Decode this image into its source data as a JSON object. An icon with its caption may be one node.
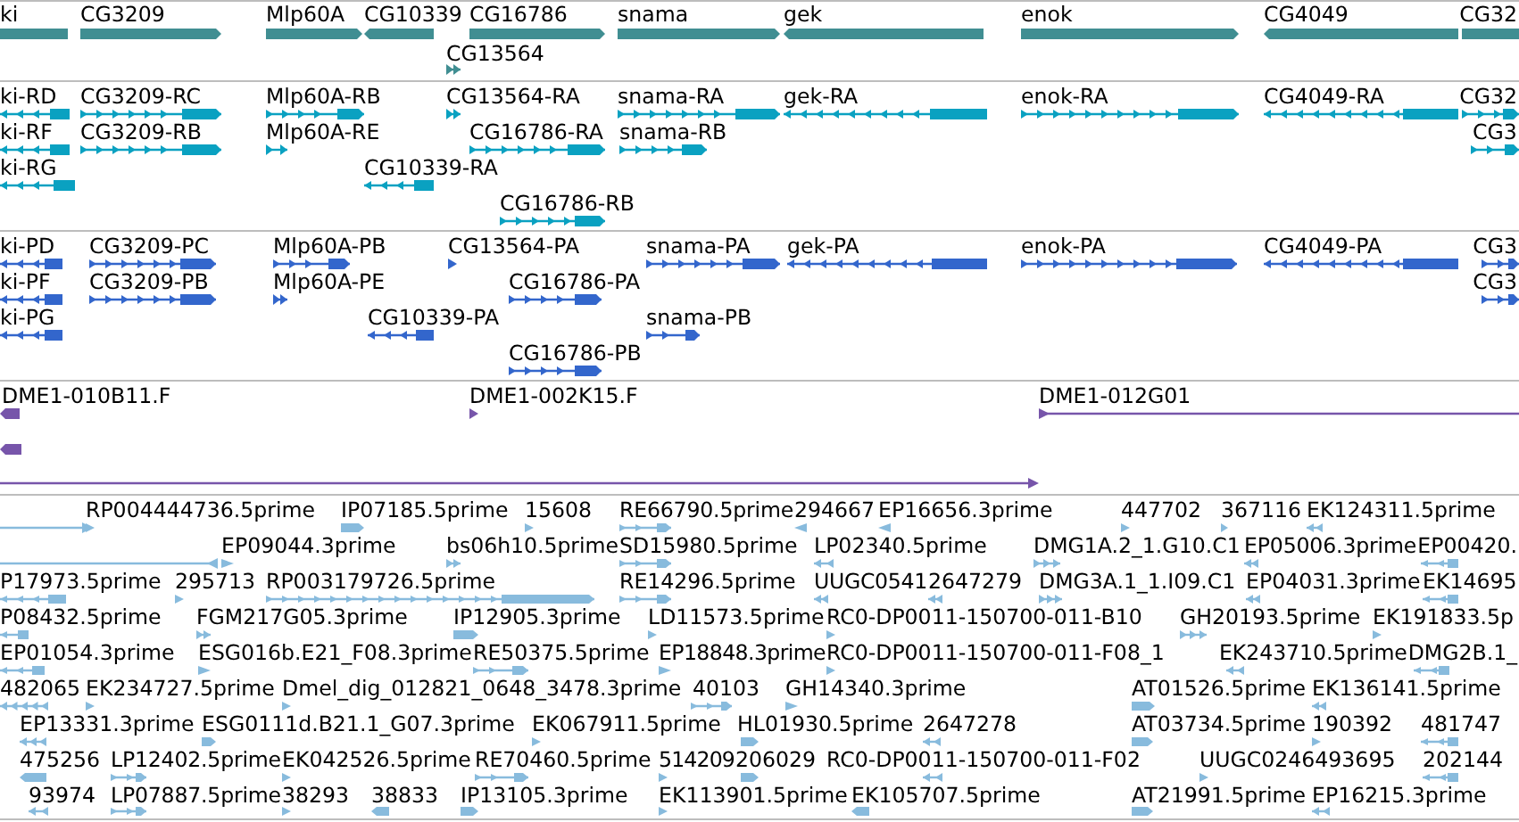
{
  "diagram": {
    "labels": [
      "ki",
      "CG3209",
      "Mlp60A",
      "CG10339",
      "CG16786",
      "snama",
      "gek",
      "enok",
      "CG4049",
      "CG32",
      "CG13564",
      "ki-RD",
      "CG3209-RC",
      "Mlp60A-RB",
      "CG13564-RA",
      "snama-RA",
      "gek-RA",
      "enok-RA",
      "CG4049-RA",
      "CG32",
      "ki-RF",
      "CG3209-RB",
      "Mlp60A-RE",
      "CG16786-RA",
      "snama-RB",
      "CG3",
      "ki-RG",
      "CG10339-RA",
      "CG16786-RB",
      "ki-PD",
      "CG3209-PC",
      "Mlp60A-PB",
      "CG13564-PA",
      "snama-PA",
      "gek-PA",
      "enok-PA",
      "CG4049-PA",
      "CG3",
      "ki-PF",
      "CG3209-PB",
      "Mlp60A-PE",
      "CG16786-PA",
      "CG3",
      "ki-PG",
      "CG10339-PA",
      "snama-PB",
      "CG16786-PB",
      "DME1-010B11.F",
      "DME1-002K15.F",
      "DME1-012G01",
      "RP004444736.5prime",
      "IP07185.5prime",
      "15608",
      "RE66790.5prime",
      "294667",
      "EP16656.3prime",
      "447702",
      "367116",
      "EK124311.5prime",
      "EP09044.3prime",
      "bs06h10.5prime",
      "SD15980.5prime",
      "LP02340.5prime",
      "DMG1A.2_1.G10.C1",
      "EP05006.3prime",
      "EP00420.",
      "P17973.5prime",
      "295713",
      "RP003179726.5prime",
      "RE14296.5prime",
      "UUGC0541",
      "2647279",
      "DMG3A.1_1.I09.C1",
      "EP04031.3prime",
      "EK14695",
      "P08432.5prime",
      "FGM217G05.3prime",
      "IP12905.3prime",
      "LD11573.5prime",
      "RC0-DP0011-150700-011-B10",
      "GH20193.5prime",
      "EK191833.5p",
      "EP01054.3prime",
      "ESG016b.E21_F08.3prime",
      "RE50375.5prime",
      "EP18848.3prime",
      "RC0-DP0011-150700-011-F08_1",
      "EK243710.5prime",
      "DMG2B.1_",
      "482065",
      "EK234727.5prime",
      "Dmel_dig_012821_0648_3478.3prime",
      "40103",
      "GH14340.3prime",
      "AT01526.5prime",
      "EK136141.5prime",
      "EP13331.3prime",
      "ESG0111d.B21.1_G07.3prime",
      "EK067911.5prime",
      "HL01930.5prime",
      "2647278",
      "AT03734.5prime",
      "190392",
      "481747",
      "475256",
      "LP12402.5prime",
      "EK042526.5prime",
      "RE70460.5prime",
      "514209",
      "206029",
      "RC0-DP0011-150700-011-F02",
      "UUGC0246493695",
      "202144",
      "93974",
      "LP07887.5prime",
      "38293",
      "38833",
      "IP13105.3prime",
      "EK113901.5prime",
      "EK105707.5prime",
      "AT21991.5prime",
      "EP16215.3prime"
    ]
  }
}
